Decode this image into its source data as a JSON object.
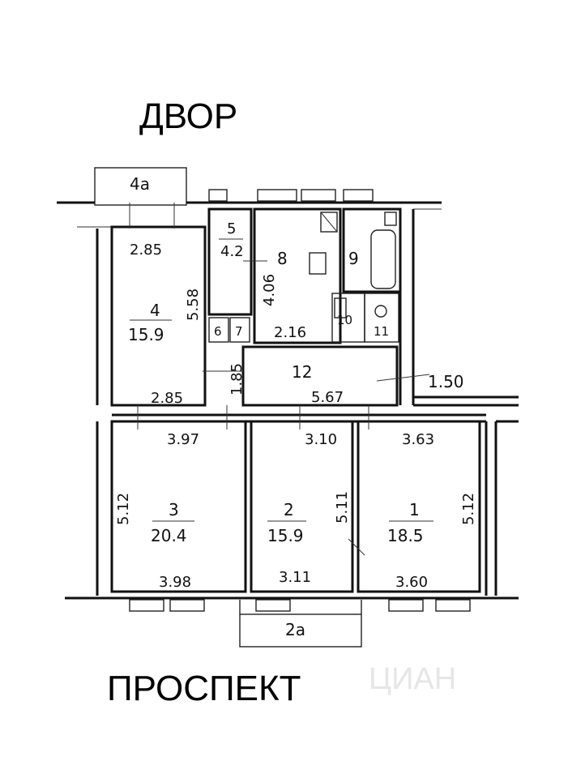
{
  "top_label": "ДВОР",
  "bottom_label": "ПРОСПЕКТ",
  "watermark": "ЦИАН",
  "rooms": [
    {
      "number": "4a",
      "area": ""
    },
    {
      "number": "4",
      "area": "15.9"
    },
    {
      "number": "5",
      "area": "4.2"
    },
    {
      "number": "6",
      "area": ""
    },
    {
      "number": "7",
      "area": ""
    },
    {
      "number": "8",
      "area": ""
    },
    {
      "number": "9",
      "area": ""
    },
    {
      "number": "10",
      "area": ""
    },
    {
      "number": "11",
      "area": ""
    },
    {
      "number": "12",
      "area": ""
    },
    {
      "number": "3",
      "area": "20.4"
    },
    {
      "number": "2",
      "area": "15.9"
    },
    {
      "number": "1",
      "area": "18.5"
    },
    {
      "number": "2a",
      "area": ""
    }
  ],
  "dimensions": {
    "r4_top": "2.85",
    "r4_side": "5.58",
    "r4_bottom": "2.85",
    "r8_side": "4.06",
    "r8_bottom": "2.16",
    "r12_side": "1.85",
    "r12_bottom": "5.67",
    "r12_right": "1.50",
    "r3_top": "3.97",
    "r3_side": "5.12",
    "r3_bottom": "3.98",
    "r2_top": "3.10",
    "r2_side": "5.11",
    "r2_bottom": "3.11",
    "r1_top": "3.63",
    "r1_side": "5.12",
    "r1_bottom": "3.60"
  }
}
